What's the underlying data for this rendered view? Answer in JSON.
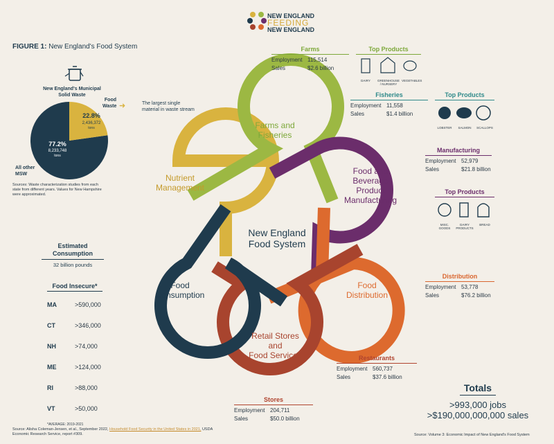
{
  "logo": {
    "line1": "NEW ENGLAND",
    "line2": "FEEDING",
    "line3": "NEW ENGLAND"
  },
  "figure": {
    "label": "FIGURE 1:",
    "title": "New England's Food System"
  },
  "center": {
    "line1": "New England",
    "line2": "Food System"
  },
  "loops": {
    "farms": [
      "Farms and",
      "Fisheries"
    ],
    "manufacturing": [
      "Food and",
      "Beverage",
      "Product",
      "Manufacturing"
    ],
    "distribution": [
      "Food",
      "Distribution"
    ],
    "retail": [
      "Retail Stores",
      "and",
      "Food Services"
    ],
    "consumption": [
      "Food",
      "Consumption"
    ],
    "nutrient": [
      "Nutrient",
      "Management"
    ]
  },
  "waste": {
    "title": [
      "New England's Municipal",
      "Solid Waste"
    ],
    "food_label": [
      "Food",
      "Waste"
    ],
    "food_pct": "22.8%",
    "food_tons": "2,436,372",
    "food_unit": "tons",
    "other_pct": "77.2%",
    "other_tons": "8,233,748",
    "other_unit": "tons",
    "other_label": [
      "All other",
      "MSW"
    ],
    "arrow_note": [
      "The largest single",
      "material in waste stream"
    ],
    "sources": [
      "Sources: Waste characterization studies from each",
      "state from different years. Values for New Hampshire",
      "were approximated."
    ],
    "share": 0.228
  },
  "farms": {
    "head": "Farms",
    "emp_k": "Employment",
    "emp_v": "115,514",
    "sales_k": "Sales",
    "sales_v": "$2.6 billion"
  },
  "farms_products": {
    "head": "Top Products",
    "labels": [
      "DAIRY",
      "GREENHOUSE / NURSERY",
      "VEGETABLES"
    ]
  },
  "fisheries": {
    "head": "Fisheries",
    "emp_k": "Employment",
    "emp_v": "11,558",
    "sales_k": "Sales",
    "sales_v": "$1.4 billion"
  },
  "fisheries_products": {
    "head": "Top Products",
    "labels": [
      "LOBSTER",
      "SALMON",
      "SCALLOPS"
    ]
  },
  "manufacturing": {
    "head": "Manufacturing",
    "emp_k": "Employment",
    "emp_v": "52,979",
    "sales_k": "Sales",
    "sales_v": "$21.8 billion"
  },
  "manufacturing_products": {
    "head": "Top Products",
    "labels": [
      "MISC. GOODS",
      "DAIRY PRODUCTS",
      "BREAD"
    ]
  },
  "distribution": {
    "head": "Distribution",
    "emp_k": "Employment",
    "emp_v": "53,778",
    "sales_k": "Sales",
    "sales_v": "$76.2 billion"
  },
  "restaurants": {
    "head": "Restaurants",
    "emp_k": "Employment",
    "emp_v": "560,737",
    "sales_k": "Sales",
    "sales_v": "$37.6 billion"
  },
  "stores": {
    "head": "Stores",
    "emp_k": "Employment",
    "emp_v": "204,711",
    "sales_k": "Sales",
    "sales_v": "$50.0 billion"
  },
  "consumption": {
    "head": [
      "Estimated",
      "Consumption"
    ],
    "value": "32 billion pounds"
  },
  "food_insecure": {
    "head": "Food Insecure*",
    "rows": [
      {
        "state": "MA",
        "value": ">590,000"
      },
      {
        "state": "CT",
        "value": ">346,000"
      },
      {
        "state": "NH",
        "value": ">74,000"
      },
      {
        "state": "ME",
        "value": ">124,000"
      },
      {
        "state": "RI",
        "value": ">88,000"
      },
      {
        "state": "VT",
        "value": ">50,000"
      }
    ],
    "note": "*AVERAGE: 2019-2021"
  },
  "bottom_source": {
    "prefix": "Source: Alisha Coleman-Jensen, et al., September 2022,",
    "link": "Household Food Security in the United States in 2021,",
    "suffix": "USDA Economic Research Service, report #309."
  },
  "totals": {
    "head": "Totals",
    "jobs": ">993,000 jobs",
    "sales": ">$190,000,000,000 sales"
  },
  "totals_source": "Source: Volume 3: Economic Impact of New England's Food System",
  "colors": {
    "farms": "#9cb843",
    "manufacturing": "#6b2d6b",
    "distribution": "#dd6a2e",
    "retail": "#a8442e",
    "consumption": "#1f3b4d",
    "nutrient": "#d9b33f"
  }
}
